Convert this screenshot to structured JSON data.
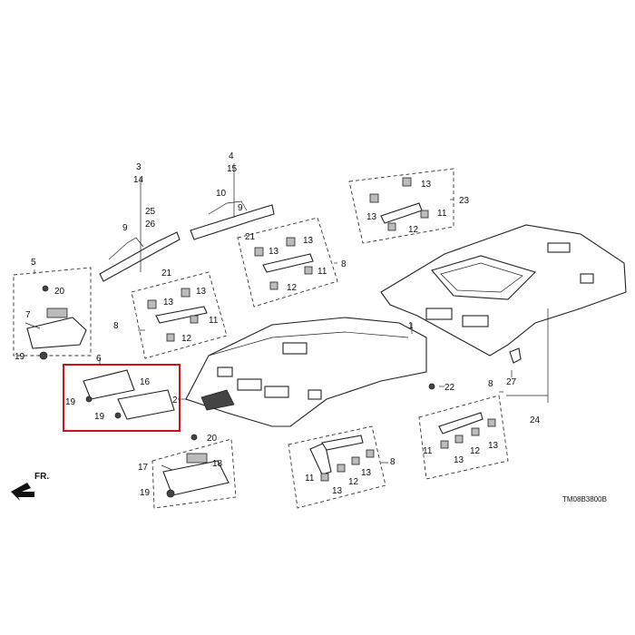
{
  "diagram_code": "TM08B3800B",
  "front_marker": "FR.",
  "callouts": {
    "c1": "1",
    "c2": "2",
    "c3": "3",
    "c4": "4",
    "c5": "5",
    "c6": "6",
    "c7": "7",
    "c8": "8",
    "c9": "9",
    "c10": "10",
    "c11": "11",
    "c12": "12",
    "c13": "13",
    "c14": "14",
    "c15": "15",
    "c16": "16",
    "c17": "17",
    "c18": "18",
    "c19": "19",
    "c20": "20",
    "c21": "21",
    "c22": "22",
    "c23": "23",
    "c24": "24",
    "c25": "25",
    "c26": "26",
    "c27": "27"
  },
  "highlight_color": "#d0121b"
}
